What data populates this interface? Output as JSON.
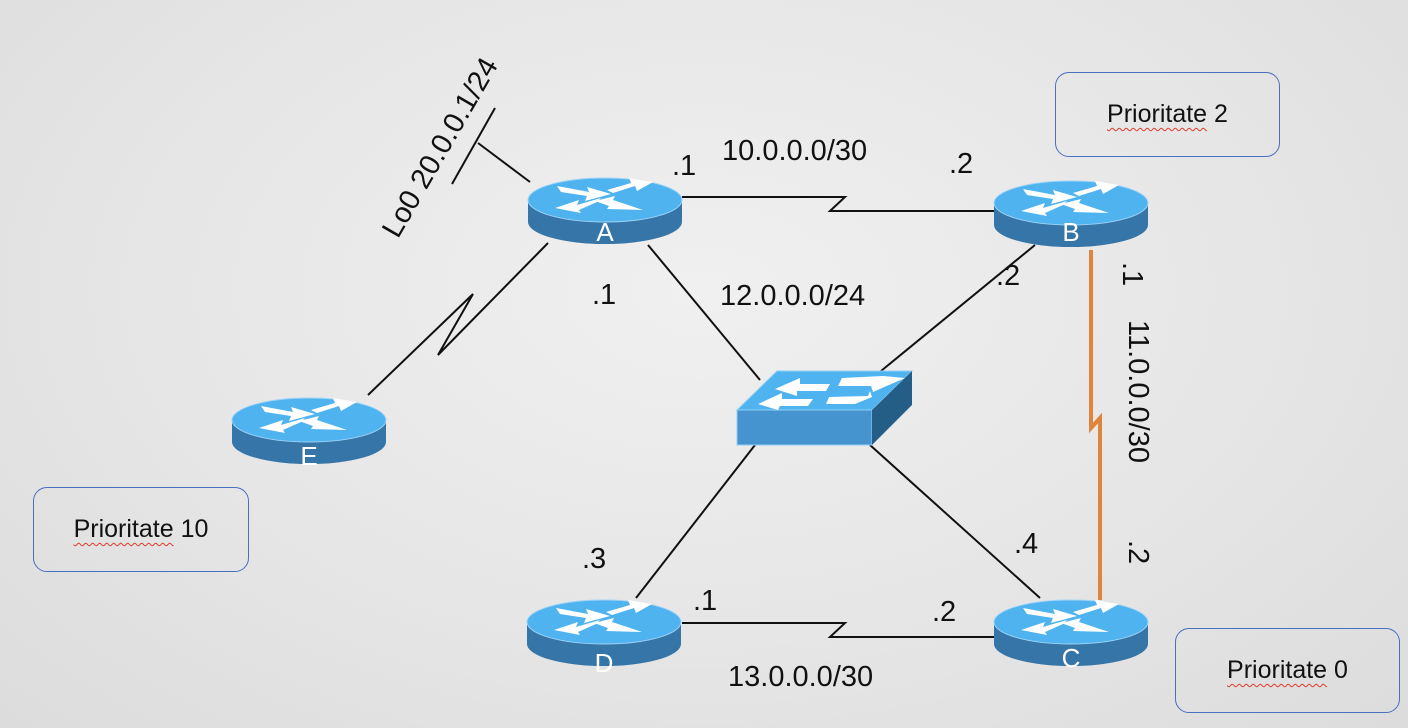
{
  "routers": [
    {
      "id": "A",
      "label": "A"
    },
    {
      "id": "B",
      "label": "B"
    },
    {
      "id": "C",
      "label": "C"
    },
    {
      "id": "D",
      "label": "D"
    },
    {
      "id": "E",
      "label": "E"
    }
  ],
  "switch": {
    "label": ""
  },
  "loopback": {
    "label": "Lo0 20.0.0.1/24"
  },
  "networks": {
    "ab": {
      "subnet": "10.0.0.0/30",
      "a_host": ".1",
      "b_host": ".2",
      "type": "serial"
    },
    "lan": {
      "subnet": "12.0.0.0/24",
      "a_host": ".1",
      "b_host": ".2",
      "d_host": ".3",
      "c_host": ".4",
      "type": "ethernet"
    },
    "bc": {
      "subnet": "11.0.0.0/30",
      "b_host": ".1",
      "c_host": ".2",
      "type": "serial",
      "color": "#e0843c"
    },
    "dc": {
      "subnet": "13.0.0.0/30",
      "d_host": ".1",
      "c_host": ".2",
      "type": "serial"
    },
    "ae": {
      "type": "serial"
    }
  },
  "priorities": {
    "b": {
      "word": "Prioritate",
      "value": "2"
    },
    "e": {
      "word": "Prioritate",
      "value": "10"
    },
    "c": {
      "word": "Prioritate",
      "value": "0"
    }
  },
  "colors": {
    "router_top": "#4fb3f0",
    "router_side": "#3575a8",
    "switch_top": "#4fb3f0",
    "switch_front": "#4593cf",
    "switch_side": "#245d85",
    "link": "#111111",
    "priority_border": "#4a6fbf"
  }
}
